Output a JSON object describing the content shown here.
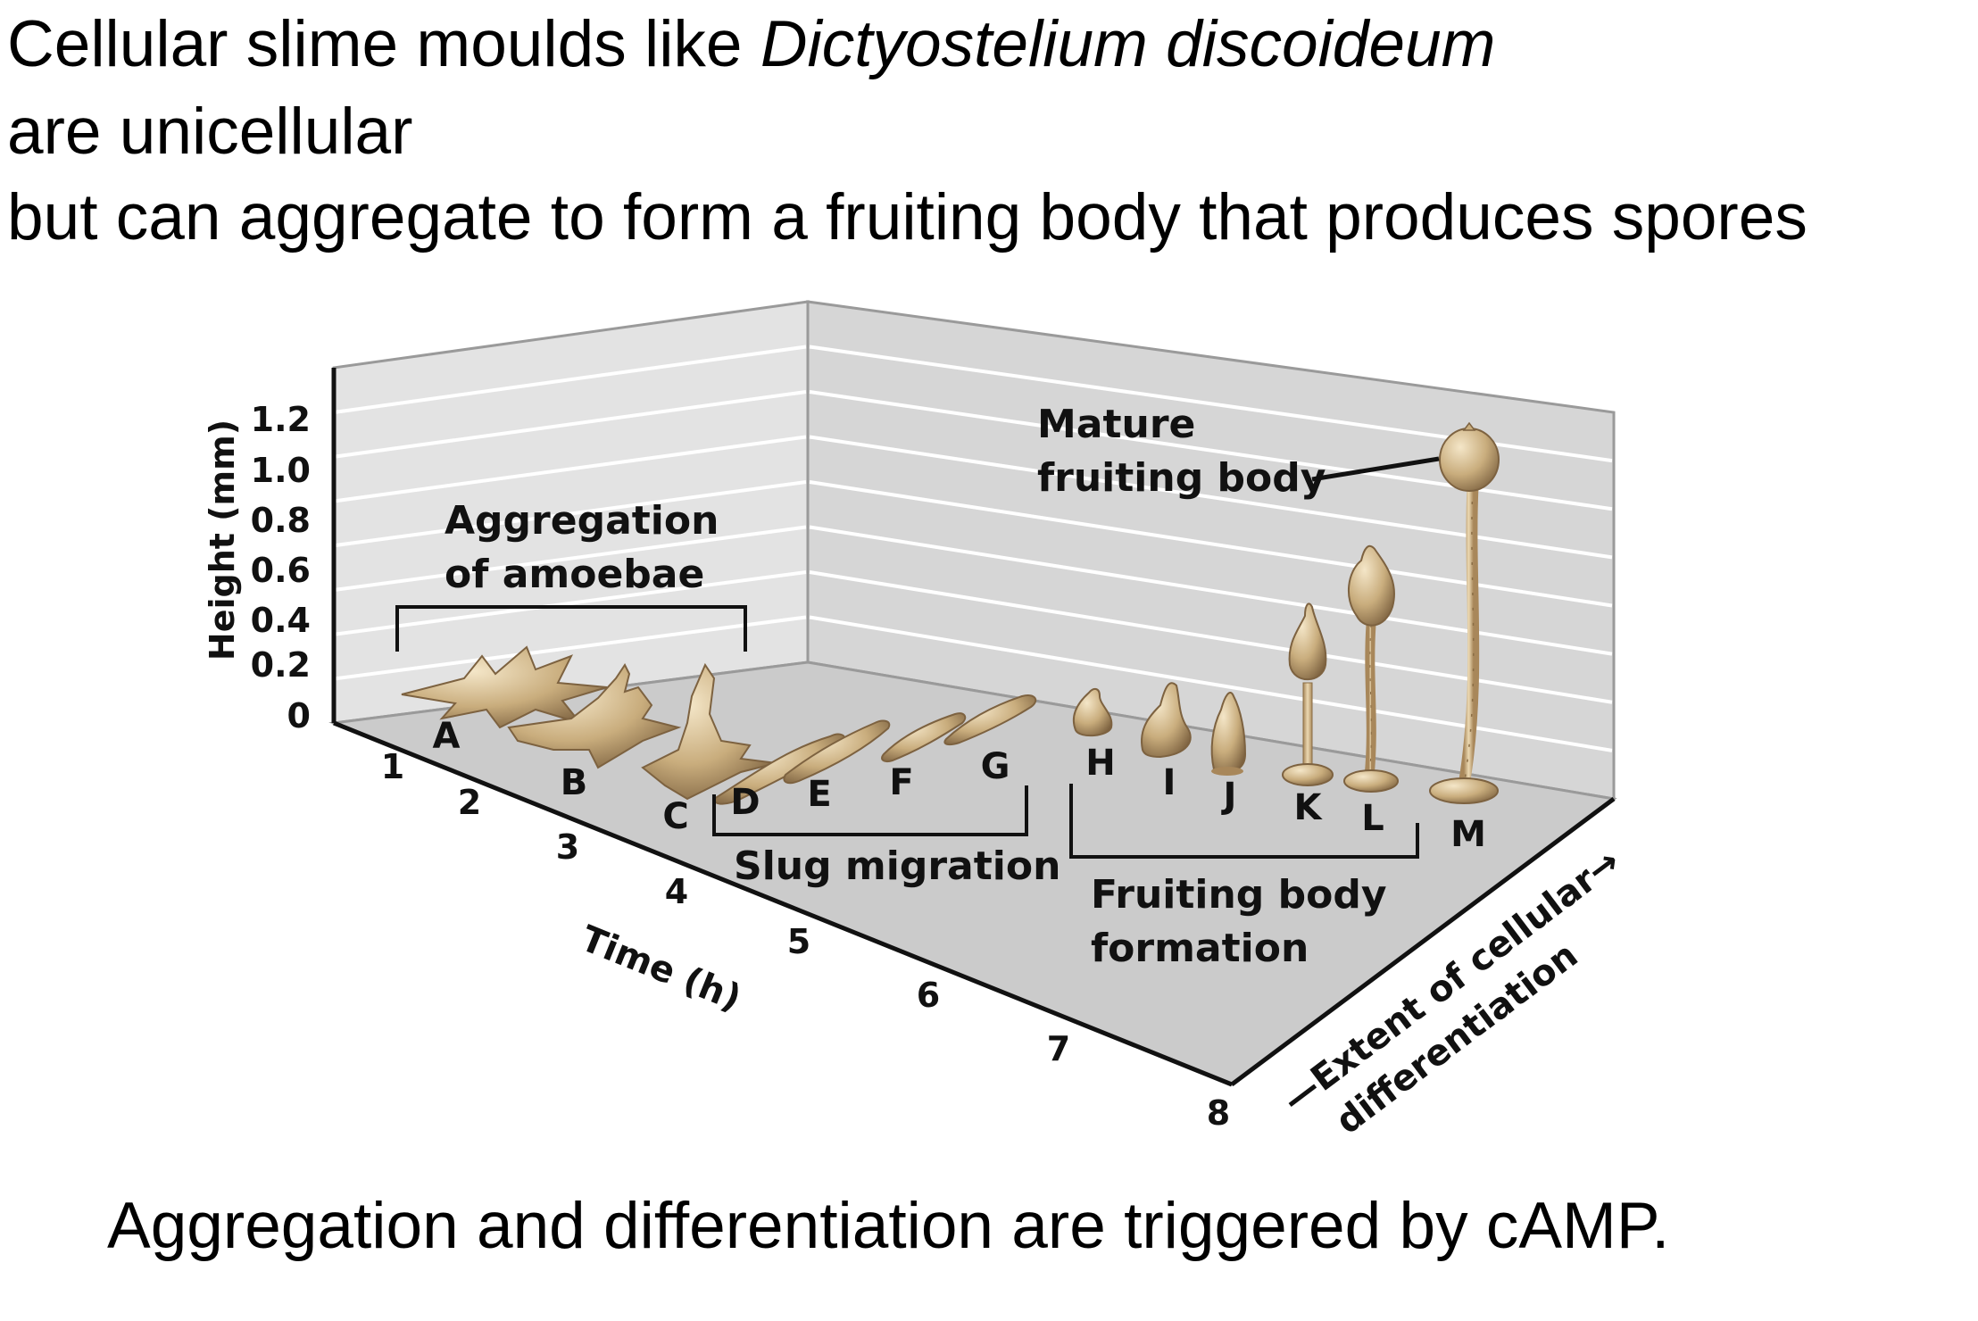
{
  "heading": {
    "line1_prefix": "Cellular slime moulds like ",
    "line1_species": "Dictyostelium discoideum",
    "line2": "are unicellular",
    "line3": "but can aggregate to form a fruiting body that produces spores"
  },
  "figure": {
    "y_axis_title": "Height (mm)",
    "y_ticks": [
      "1.2",
      "1.0",
      "0.8",
      "0.6",
      "0.4",
      "0.2",
      "0"
    ],
    "x_axis_title": "Time (h)",
    "x_ticks": [
      "1",
      "2",
      "3",
      "4",
      "5",
      "6",
      "7",
      "8"
    ],
    "depth_axis_title_line1": "—Extent of cellular→",
    "depth_axis_title_line2": "differentiation",
    "stage_letters": [
      "A",
      "B",
      "C",
      "D",
      "E",
      "F",
      "G",
      "H",
      "I",
      "J",
      "K",
      "L",
      "M"
    ],
    "group_aggregation_line1": "Aggregation",
    "group_aggregation_line2": "of amoebae",
    "group_slug": "Slug migration",
    "group_fruiting_line1": "Fruiting body",
    "group_fruiting_line2": "formation",
    "mature_line1": "Mature",
    "mature_line2": "fruiting body",
    "colors": {
      "wall_back": "#e3e3e3",
      "wall_right": "#d6d6d6",
      "floor": "#cbcbcb",
      "organism": "#c9ad7d",
      "organism_dark": "#8a6d45",
      "grid_line": "#ffffff"
    }
  },
  "caption": "Aggregation and differentiation are triggered by cAMP."
}
